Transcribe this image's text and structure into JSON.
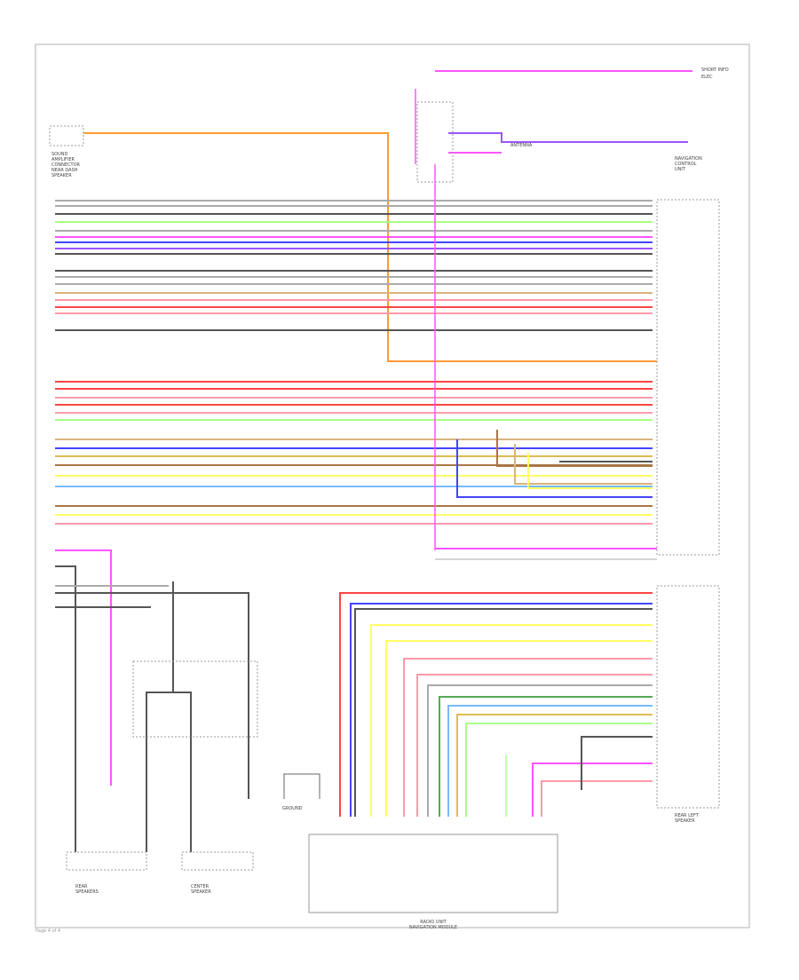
{
  "page_label": "Page 4 of 4",
  "labels": {
    "top_right_1": "SHORT INFO",
    "top_right_2": "ELEC",
    "antenna_label": "ANTENNA",
    "left_component": "SOUND\nAMPLIFIER\nCONNECTOR\nNEAR DASH\nSPEAKER",
    "rear_speakers": "REAR\nSPEAKERS",
    "center_speaker": "CENTER\nSPEAKER",
    "ground": "GROUND",
    "radio_unit": "RADIO UNIT\nNAVIGATION MODULE",
    "right_lower_component": "REAR LEFT\nSPEAKER",
    "right_upper_component": "NAVIGATION\nCONTROL\nUNIT"
  },
  "colors": {
    "orange": "#ff9a33",
    "magenta": "#ff55ff",
    "violet": "#9955ff",
    "grey": "#aaaaaa",
    "dark": "#555555",
    "green": "#aaff88",
    "red": "#ff4444",
    "pink": "#ff99aa",
    "blue": "#4444ff",
    "tan": "#d9b380",
    "yellow": "#ffff66",
    "lightblue": "#77bbff",
    "darkgreen": "#55aa55",
    "brown": "#aa7744",
    "gold": "#ddbb55"
  }
}
